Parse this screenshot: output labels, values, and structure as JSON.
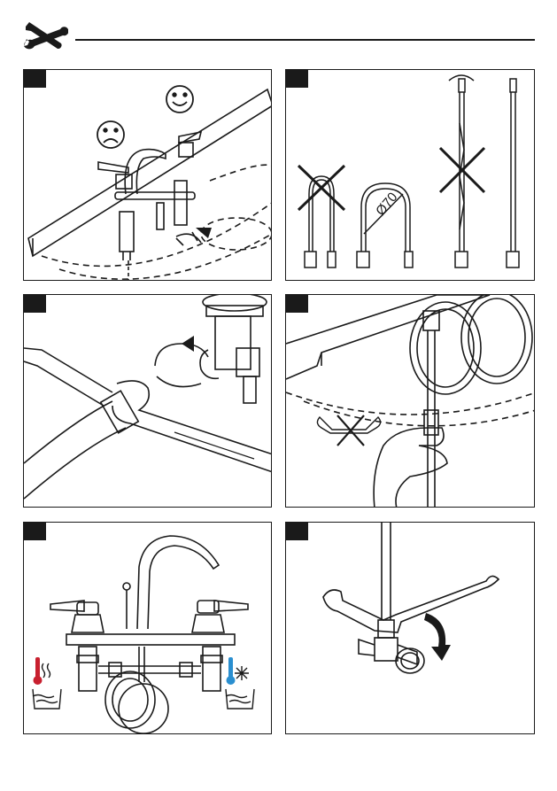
{
  "header": {
    "icon": "wrench-screwdriver-icon"
  },
  "steps": [
    {
      "id": 1,
      "icons": [
        "sad-face-icon",
        "happy-face-icon",
        "rotate-arrow-icon"
      ]
    },
    {
      "id": 2,
      "dimension_label": "Ø70",
      "icons": [
        "cross-mark-icon",
        "rotate-arrow-icon"
      ]
    },
    {
      "id": 3,
      "icons": [
        "wrench-icon",
        "rotate-arrow-icon"
      ]
    },
    {
      "id": 4,
      "icons": [
        "crossed-wrench-icon",
        "hand-icon"
      ]
    },
    {
      "id": 5,
      "icons": [
        "hot-water-icon",
        "cold-water-icon"
      ]
    },
    {
      "id": 6,
      "icons": [
        "wrench-icon",
        "tighten-arrow-icon"
      ]
    }
  ],
  "colors": {
    "line": "#1a1a1a",
    "hot": "#c8202f",
    "cold": "#2a8fd0",
    "background": "#ffffff"
  }
}
